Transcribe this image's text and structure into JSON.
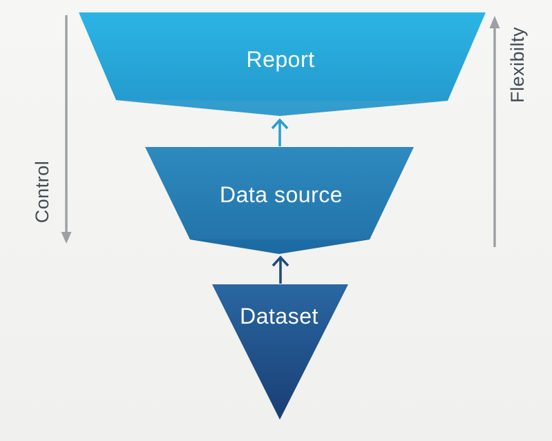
{
  "diagram": {
    "levels": [
      {
        "id": "report",
        "label": "Report"
      },
      {
        "id": "data-source",
        "label": "Data source"
      },
      {
        "id": "dataset",
        "label": "Dataset"
      }
    ],
    "side_labels": {
      "left": "Control",
      "right": "Flexibilty"
    }
  },
  "colors": {
    "background_light": "#f6f6f5",
    "background_dark": "#f0f0ee",
    "report_top": "#2bb5e4",
    "report_bottom": "#2496cb",
    "report_notch": "#45a1cf",
    "datasource_top": "#2e8abe",
    "datasource_bottom": "#2171a8",
    "datasource_notch": "#17639e",
    "dataset_top": "#2a67a2",
    "dataset_bottom": "#193e73",
    "arrow_to_report": "#2b9fd4",
    "arrow_to_datasource": "#1f4b82",
    "axis_arrow": "#9ba0a4",
    "axis_label": "#414b55",
    "level_label": "#ffffff"
  }
}
